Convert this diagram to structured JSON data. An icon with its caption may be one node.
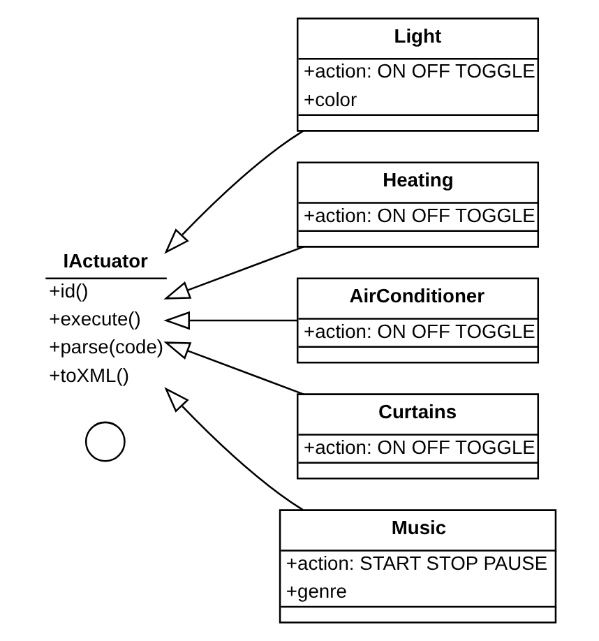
{
  "diagram": {
    "nodes": [
      {
        "text": [],
        "shape": "circle"
      },
      {
        "text": [
          "IActuator",
          "+id()",
          "+execute()",
          "+parse(code)",
          "+toXML()"
        ]
      },
      {
        "text": [
          "Light",
          "+action: ON OFF TOGGLE",
          "+color"
        ]
      },
      {
        "text": [
          "Heating",
          "+action: ON OFF TOGGLE"
        ]
      },
      {
        "text": [
          "AirConditioner",
          "+action: ON OFF TOGGLE"
        ]
      },
      {
        "text": [
          "Curtains",
          "+action: ON OFF TOGGLE"
        ]
      },
      {
        "text": [
          "Music",
          "+action: START STOP PAUSE",
          "+genre"
        ]
      }
    ],
    "edges": [
      {
        "from": 2,
        "to": 1,
        "arrow": "to"
      },
      {
        "from": 3,
        "to": 1,
        "arrow": "to"
      },
      {
        "from": 4,
        "to": 1,
        "arrow": "to"
      },
      {
        "from": 5,
        "to": 1,
        "arrow": "to"
      },
      {
        "from": 6,
        "to": 1,
        "arrow": "to"
      }
    ]
  }
}
